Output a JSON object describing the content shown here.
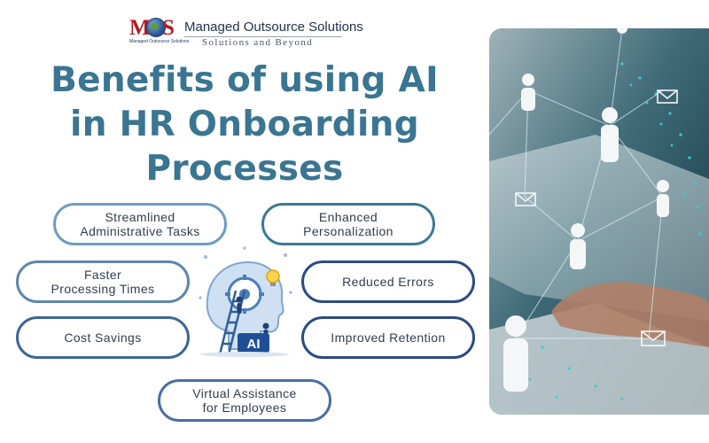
{
  "logo": {
    "mark_m": "M",
    "mark_s": "S",
    "mark_small": "Managed Outsource Solutions",
    "name": "Managed Outsource Solutions",
    "tagline": "Solutions and Beyond"
  },
  "title": {
    "line1": "Benefits of using AI",
    "line2": "in HR Onboarding",
    "line3": "Processes"
  },
  "benefits": {
    "streamlined": {
      "line1": "Streamlined",
      "line2": "Administrative Tasks"
    },
    "enhanced": {
      "line1": "Enhanced",
      "line2": "Personalization"
    },
    "faster": {
      "line1": "Faster",
      "line2": "Processing Times"
    },
    "reduced": {
      "line1": "Reduced Errors"
    },
    "cost": {
      "line1": "Cost Savings"
    },
    "retention": {
      "line1": "Improved Retention"
    },
    "virtual": {
      "line1": "Virtual Assistance",
      "line2": "for Employees"
    }
  },
  "illustration": {
    "badge": "AI"
  },
  "colors": {
    "title": "#3a7591",
    "brand_red": "#b31b23",
    "brand_navy": "#22324f",
    "photo_dark": "#0f2f3d",
    "network": "#2bd3d6"
  },
  "icons": [
    "head-gear-icon",
    "ladder-icon",
    "person-icon",
    "envelope-icon"
  ]
}
